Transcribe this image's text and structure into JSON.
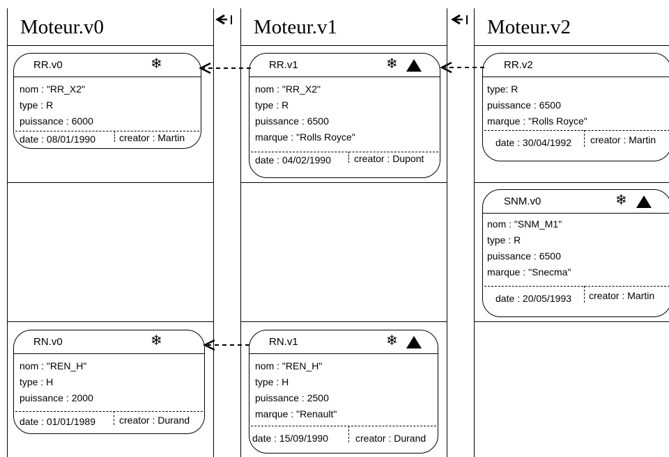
{
  "columns": [
    {
      "title": "Moteur.v0"
    },
    {
      "title": "Moteur.v1"
    },
    {
      "title": "Moteur.v2"
    }
  ],
  "cards": {
    "rr_v0": {
      "name": "RR.v0",
      "attrs": [
        "nom : \"RR_X2\"",
        "type : R",
        "puissance : 6000"
      ],
      "date": "date : 08/01/1990",
      "creator": "creator : Martin",
      "frozen": true,
      "marked": false
    },
    "rr_v1": {
      "name": "RR.v1",
      "attrs": [
        "nom : \"RR_X2\"",
        "type : R",
        "puissance : 6500",
        "marque : \"Rolls Royce\""
      ],
      "date": "date : 04/02/1990",
      "creator": "creator : Dupont",
      "frozen": true,
      "marked": true
    },
    "rr_v2": {
      "name": "RR.v2",
      "attrs": [
        "type: R",
        "puissance : 6500",
        "marque : \"Rolls Royce\""
      ],
      "date": "date : 30/04/1992",
      "creator": "creator : Martin",
      "frozen": false,
      "marked": false
    },
    "snm_v0": {
      "name": "SNM.v0",
      "attrs": [
        "nom : \"SNM_M1\"",
        "type : R",
        "puissance : 6500",
        "marque : \"Snecma\""
      ],
      "date": "date : 20/05/1993",
      "creator": "creator : Martin",
      "frozen": true,
      "marked": true
    },
    "rn_v0": {
      "name": "RN.v0",
      "attrs": [
        "nom : \"REN_H\"",
        "type : H",
        "puissance : 2000"
      ],
      "date": "date : 01/01/1989",
      "creator": "creator : Durand",
      "frozen": true,
      "marked": false
    },
    "rn_v1": {
      "name": "RN.v1",
      "attrs": [
        "nom : \"REN_H\"",
        "type : H",
        "puissance : 2500",
        "marque : \"Renault\""
      ],
      "date": "date : 15/09/1990",
      "creator": "creator : Durand",
      "frozen": true,
      "marked": true
    }
  },
  "icons": {
    "frozen": "snowflake-icon",
    "marked": "triangle-icon",
    "arrow": "arrow-left-icon"
  },
  "symbols": {
    "snowflake": "❄"
  }
}
